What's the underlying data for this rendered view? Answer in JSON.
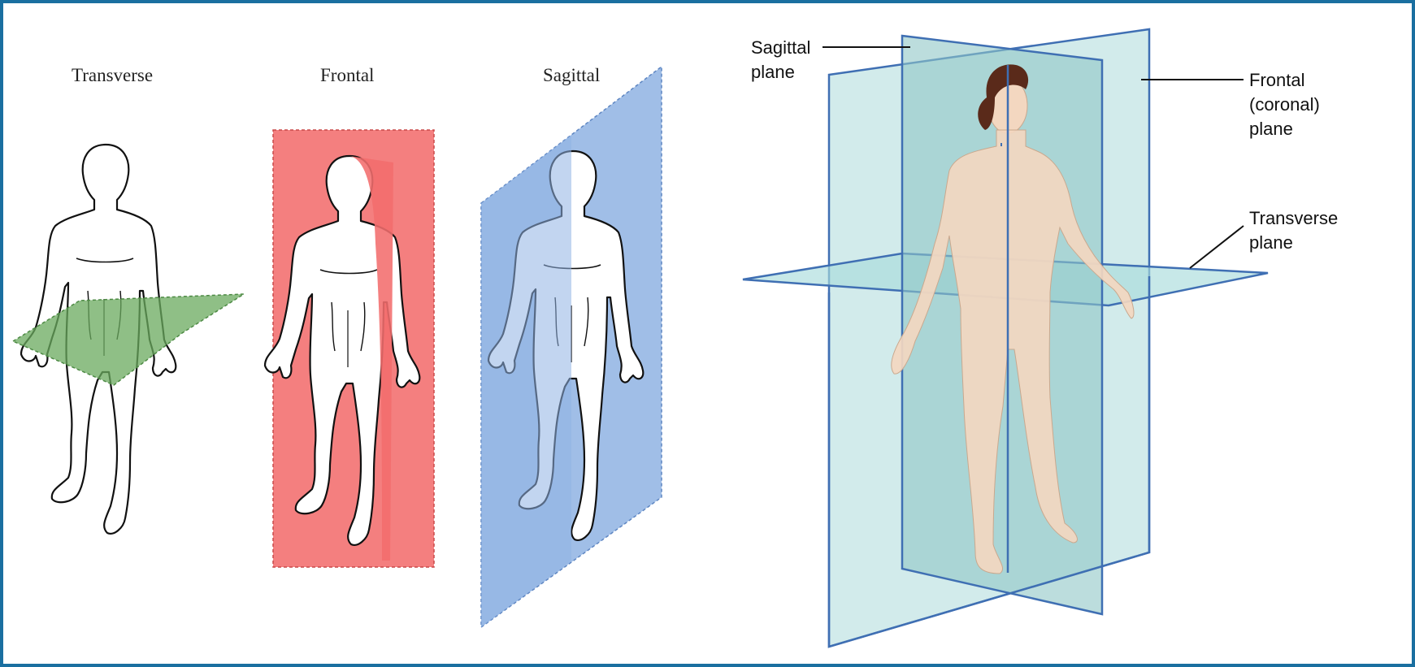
{
  "left_panel": {
    "figures": [
      {
        "label": "Transverse",
        "plane_color": "#6aaa5e"
      },
      {
        "label": "Frontal",
        "plane_color": "#f26d6d"
      },
      {
        "label": "Sagittal",
        "plane_color": "#8fb3e3"
      }
    ]
  },
  "right_panel": {
    "labels": {
      "sagittal_line1": "Sagittal",
      "sagittal_line2": "plane",
      "frontal_line1": "Frontal",
      "frontal_line2": "(coronal)",
      "frontal_line3": "plane",
      "transverse_line1": "Transverse",
      "transverse_line2": "plane"
    },
    "plane_fill": "#bfe3e3",
    "plane_stroke": "#3f6fb3",
    "skin": "#f3d7c0"
  },
  "frame_color": "#1a6fa0"
}
